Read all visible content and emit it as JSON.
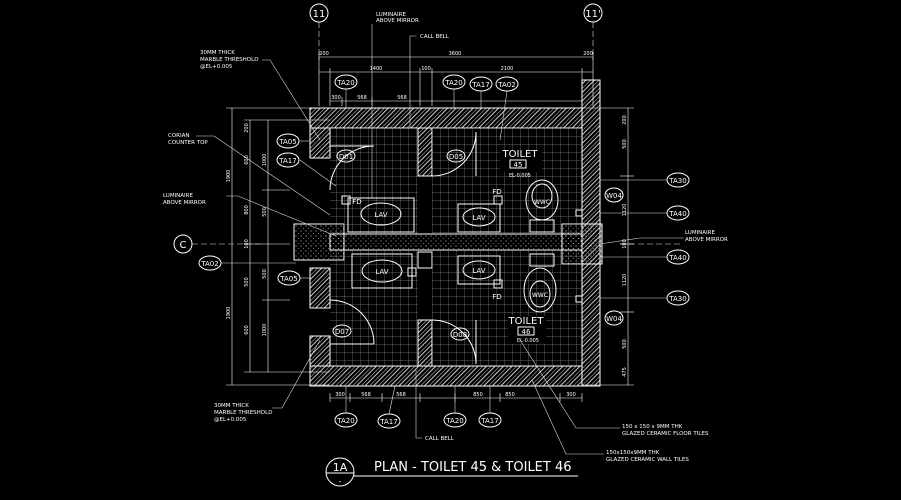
{
  "title": {
    "label": "1A",
    "sub": "-",
    "text": "PLAN - TOILET 45 & TOILET 46"
  },
  "grid": {
    "top_left": "11",
    "top_right": "11'",
    "left": "C"
  },
  "notes": {
    "luminaire_top_1": "LUMINAIRE",
    "luminaire_top_2": "ABOVE MIRROR",
    "call_bell_top": "CALL BELL",
    "threshold_top_1": "30MM THICK",
    "threshold_top_2": "MARBLE THRESHOLD",
    "threshold_top_3": "@EL+0.005",
    "corian_1": "CORIAN",
    "corian_2": "COUNTER TOP",
    "luminaire_left_1": "LUMINAIRE",
    "luminaire_left_2": "ABOVE MIRROR",
    "luminaire_right_1": "LUMINAIRE",
    "luminaire_right_2": "ABOVE MIRROR",
    "threshold_bot_1": "30MM THICK",
    "threshold_bot_2": "MARBLE THRESHOLD",
    "threshold_bot_3": "@EL+0.005",
    "call_bell_bot": "CALL BELL",
    "floor_tiles_1": "150 x 150 x 9MM THK",
    "floor_tiles_2": "GLAZED CERAMIC FLOOR TILES",
    "wall_tiles_1": "150x150x9MM THK",
    "wall_tiles_2": "GLAZED CERAMIC WALL TILES"
  },
  "rooms": {
    "top_name": "TOILET",
    "top_num": "45",
    "top_el": "EL-0.005",
    "bot_name": "TOILET",
    "bot_num": "46",
    "bot_el": "EL-0.005"
  },
  "fixtures": {
    "lav": "LAV",
    "wwc": "WWC",
    "fd": "FD"
  },
  "doors": [
    "D01",
    "D05",
    "D07",
    "D08"
  ],
  "windows": [
    "W04",
    "W04"
  ],
  "tags": {
    "ta20": "TA20",
    "ta17": "TA17",
    "ta02": "TA02",
    "ta05": "TA05",
    "ta30": "TA30",
    "ta40": "TA40"
  },
  "dims": {
    "overall": "3600",
    "top_a": "1400",
    "top_b": "100",
    "top_c": "2100",
    "top_d": "200",
    "top_e": "200",
    "s_300": "300",
    "s_568": "568",
    "s_850": "850",
    "s_1900": "1900",
    "s_1000": "1000",
    "s_600": "600",
    "s_800": "800",
    "s_100": "100",
    "s_500": "500",
    "s_1120": "1120",
    "s_475": "475"
  },
  "colors": {
    "background": "#000000",
    "line": "#ffffff"
  }
}
